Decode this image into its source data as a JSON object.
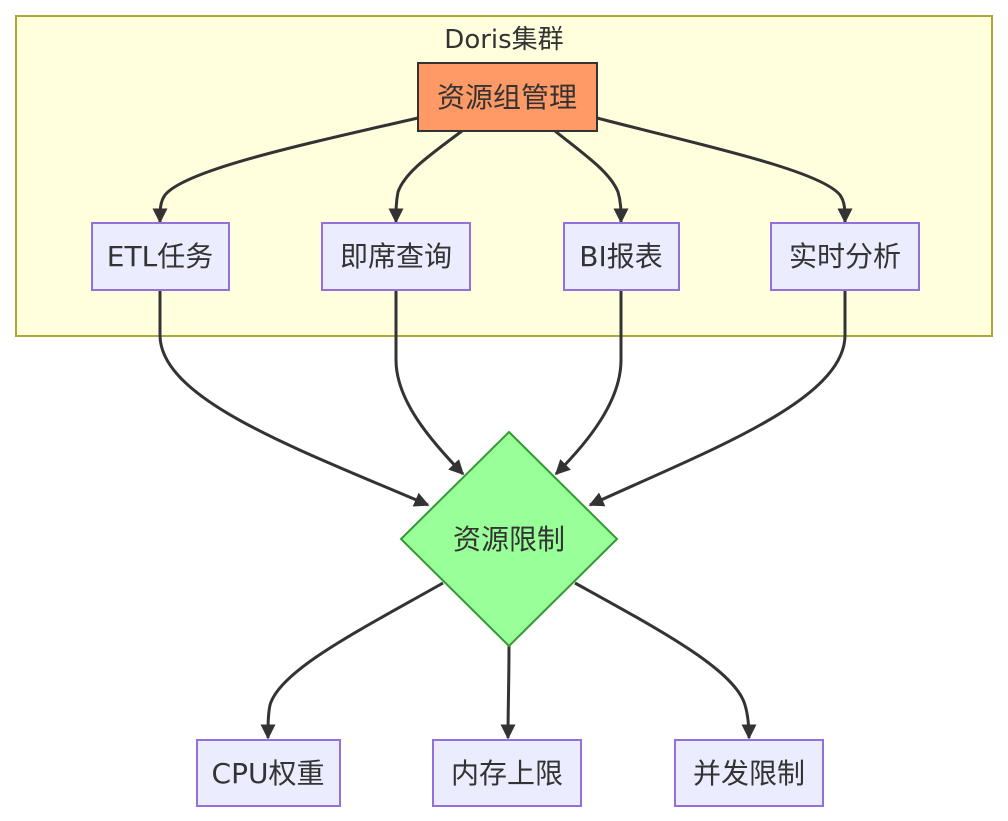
{
  "cluster": {
    "label": "Doris集群",
    "fill": "#ffffde",
    "stroke": "#aaaa33"
  },
  "nodes": {
    "resource_group_mgmt": {
      "label": "资源组管理",
      "fill": "#ff9966",
      "stroke": "#333333"
    },
    "etl": {
      "label": "ETL任务",
      "fill": "#ececff",
      "stroke": "#9370db"
    },
    "adhoc": {
      "label": "即席查询",
      "fill": "#ececff",
      "stroke": "#9370db"
    },
    "bi": {
      "label": "BI报表",
      "fill": "#ececff",
      "stroke": "#9370db"
    },
    "realtime": {
      "label": "实时分析",
      "fill": "#ececff",
      "stroke": "#9370db"
    },
    "resource_limit": {
      "label": "资源限制",
      "fill": "#99ff99",
      "stroke": "#339933"
    },
    "cpu": {
      "label": "CPU权重",
      "fill": "#ececff",
      "stroke": "#9370db"
    },
    "memory": {
      "label": "内存上限",
      "fill": "#ececff",
      "stroke": "#9370db"
    },
    "concurrency": {
      "label": "并发限制",
      "fill": "#ececff",
      "stroke": "#9370db"
    }
  },
  "edges": [
    {
      "from": "resource_group_mgmt",
      "to": "etl"
    },
    {
      "from": "resource_group_mgmt",
      "to": "adhoc"
    },
    {
      "from": "resource_group_mgmt",
      "to": "bi"
    },
    {
      "from": "resource_group_mgmt",
      "to": "realtime"
    },
    {
      "from": "etl",
      "to": "resource_limit"
    },
    {
      "from": "adhoc",
      "to": "resource_limit"
    },
    {
      "from": "bi",
      "to": "resource_limit"
    },
    {
      "from": "realtime",
      "to": "resource_limit"
    },
    {
      "from": "resource_limit",
      "to": "cpu"
    },
    {
      "from": "resource_limit",
      "to": "memory"
    },
    {
      "from": "resource_limit",
      "to": "concurrency"
    }
  ]
}
